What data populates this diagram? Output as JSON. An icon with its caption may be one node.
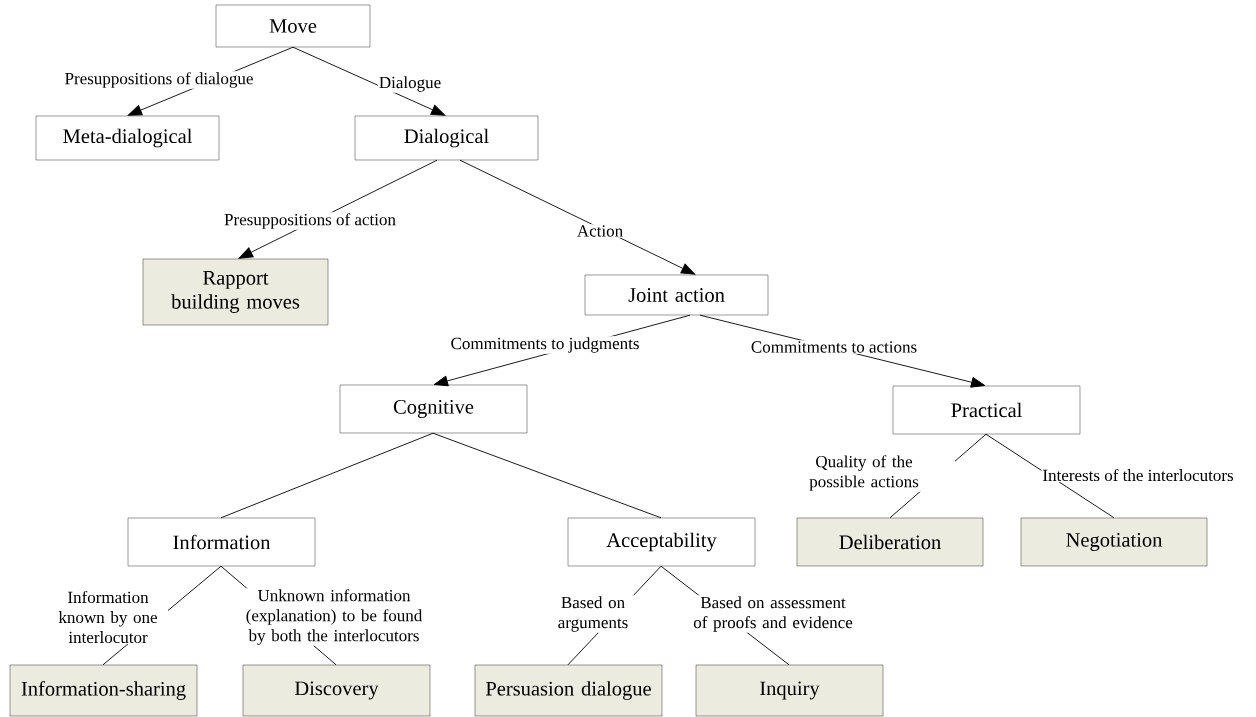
{
  "diagram": {
    "nodes": [
      {
        "text": [
          "Move"
        ]
      },
      {
        "text": [
          "Meta-dialogical"
        ]
      },
      {
        "text": [
          "Dialogical"
        ]
      },
      {
        "text": [
          "Rapport building moves"
        ]
      },
      {
        "text": [
          "Joint action"
        ]
      },
      {
        "text": [
          "Cognitive"
        ]
      },
      {
        "text": [
          "Practical"
        ]
      },
      {
        "text": [
          "Information"
        ]
      },
      {
        "text": [
          "Acceptability"
        ]
      },
      {
        "text": [
          "Deliberation"
        ]
      },
      {
        "text": [
          "Negotiation"
        ]
      },
      {
        "text": [
          "Information-sharing"
        ]
      },
      {
        "text": [
          "Discovery"
        ]
      },
      {
        "text": [
          "Persuasion dialogue"
        ]
      },
      {
        "text": [
          "Inquiry"
        ]
      }
    ],
    "edges": [
      {
        "from": 0,
        "to": 1,
        "arrow": "to",
        "label": "Presuppositions of dialogue"
      },
      {
        "from": 0,
        "to": 2,
        "arrow": "to",
        "label": "Dialogue"
      },
      {
        "from": 2,
        "to": 3,
        "arrow": "to",
        "label": "Presuppositions of action"
      },
      {
        "from": 2,
        "to": 4,
        "arrow": "to",
        "label": "Action"
      },
      {
        "from": 4,
        "to": 5,
        "arrow": "to",
        "label": "Commitments to judgments"
      },
      {
        "from": 4,
        "to": 6,
        "arrow": "to",
        "label": "Commitments to actions"
      },
      {
        "from": 5,
        "to": 7,
        "arrow": "none"
      },
      {
        "from": 5,
        "to": 8,
        "arrow": "none"
      },
      {
        "from": 6,
        "to": 9,
        "arrow": "none",
        "label": "Quality of the possible actions"
      },
      {
        "from": 6,
        "to": 10,
        "arrow": "none",
        "label": "Interests of the interlocutors"
      },
      {
        "from": 7,
        "to": 11,
        "arrow": "none",
        "label": "Information known by one interlocutor"
      },
      {
        "from": 7,
        "to": 12,
        "arrow": "none",
        "label": "Unknown information (explanation) to be found by both the interlocutors"
      },
      {
        "from": 8,
        "to": 13,
        "arrow": "none",
        "label": "Based on arguments"
      },
      {
        "from": 8,
        "to": 14,
        "arrow": "none",
        "label": "Based on assessment of proofs and evidence"
      }
    ]
  }
}
